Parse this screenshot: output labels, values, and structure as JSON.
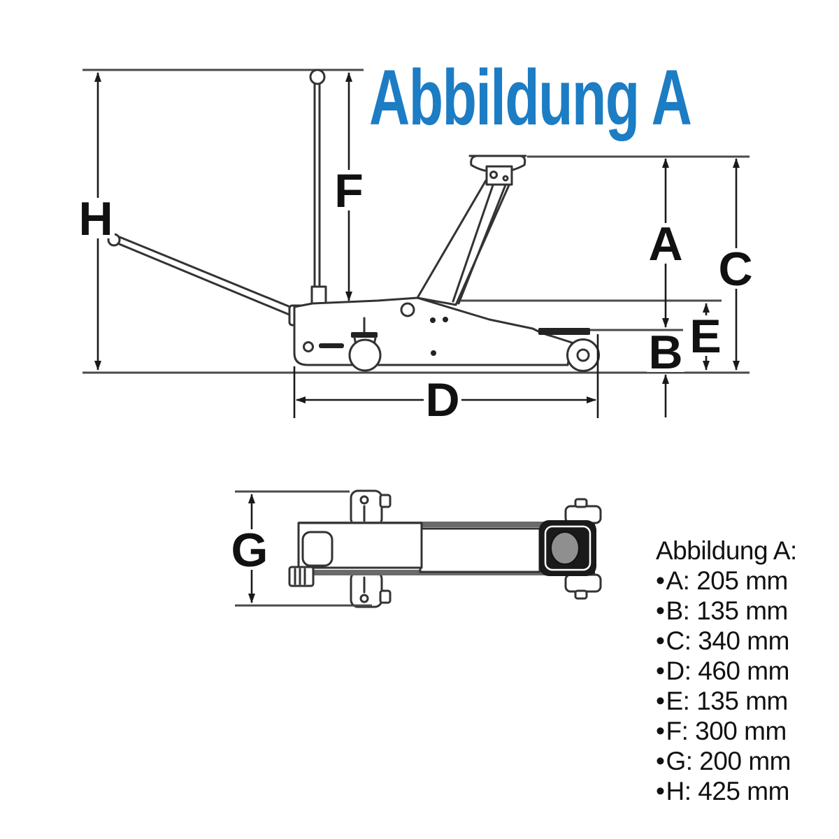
{
  "title": "Abbildung A",
  "accent_color": "#1c7cc4",
  "specs": {
    "heading": "Abbildung A:",
    "bullet": "•",
    "items": [
      {
        "letter": "A",
        "text": "A: 205 mm"
      },
      {
        "letter": "B",
        "text": "B: 135 mm"
      },
      {
        "letter": "C",
        "text": "C: 340 mm"
      },
      {
        "letter": "D",
        "text": "D: 460 mm"
      },
      {
        "letter": "E",
        "text": "E: 135 mm"
      },
      {
        "letter": "F",
        "text": "F: 300 mm"
      },
      {
        "letter": "G",
        "text": "G: 200 mm"
      },
      {
        "letter": "H",
        "text": "H: 425 mm"
      }
    ]
  },
  "dim_labels": {
    "A": "A",
    "B": "B",
    "C": "C",
    "D": "D",
    "E": "E",
    "F": "F",
    "G": "G",
    "H": "H"
  }
}
